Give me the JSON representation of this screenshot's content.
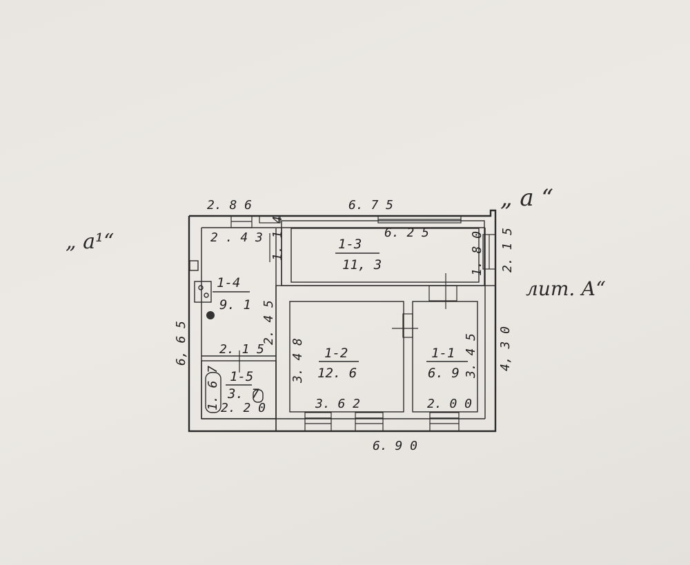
{
  "labels": {
    "annex_a1": "„ а¹“",
    "annex_a": "„ а “",
    "letter": "лит. А“"
  },
  "dimensions": {
    "top_left_outer": "2. 8 6",
    "top_outer": "6. 7 5",
    "top_inner_left": "2 . 4 3",
    "top_inner_room13": "6. 2 5",
    "left_outer": "6, 6 5",
    "right_outer": "4, 3 0",
    "bottom_outer": "6. 9 0",
    "room12_width": "3. 6 2",
    "room11_width": "2. 0 0",
    "room12_height": "3. 4 8",
    "room13_height": "1. 8 0",
    "right_top": "2. 1 5",
    "corridor_small": "1. 1 4",
    "room14_height": "2. 4 5",
    "room15_width": "2. 1 5",
    "room15_bottom": "2. 2 0",
    "room15_side": "1. 6 7",
    "room11_side": "3. 4 5"
  },
  "rooms": [
    {
      "id": "1-1",
      "area": "6. 9"
    },
    {
      "id": "1-2",
      "area": "12. 6"
    },
    {
      "id": "1-3",
      "area": "11, 3"
    },
    {
      "id": "1-4",
      "area": "9. 1"
    },
    {
      "id": "1-5",
      "area": "3. 7"
    }
  ]
}
